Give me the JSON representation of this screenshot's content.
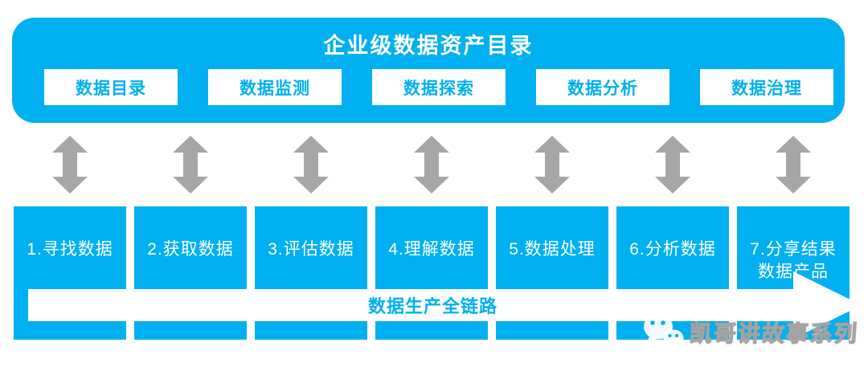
{
  "colors": {
    "accent_blue": "#00b0f0",
    "arrow_gray": "#a6a6a6",
    "text_on_blue": "#ffffff"
  },
  "panel": {
    "title": "企业级数据资产目录",
    "tabs": [
      {
        "label": "数据目录"
      },
      {
        "label": "数据监测"
      },
      {
        "label": "数据探索"
      },
      {
        "label": "数据分析"
      },
      {
        "label": "数据治理"
      }
    ]
  },
  "icons": {
    "link_arrow": "double-vertical-arrow-icon",
    "flow_arrow": "right-arrow-icon",
    "watermark_icon": "wechat-icon"
  },
  "steps": [
    {
      "lines": [
        "1.寻找数据"
      ]
    },
    {
      "lines": [
        "2.获取数据"
      ]
    },
    {
      "lines": [
        "3.评估数据"
      ]
    },
    {
      "lines": [
        "4.理解数据"
      ]
    },
    {
      "lines": [
        "5.数据处理"
      ]
    },
    {
      "lines": [
        "6.分析数据"
      ]
    },
    {
      "lines": [
        "7.分享结果",
        "数据产品"
      ]
    }
  ],
  "flow": {
    "band_label": "数据生产全链路"
  },
  "watermark": {
    "label": "凯哥讲故事系列"
  }
}
